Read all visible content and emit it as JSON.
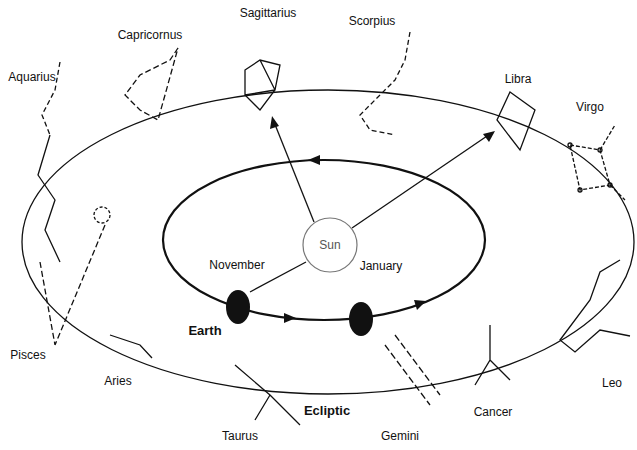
{
  "diagram": {
    "nodes": [
      {
        "text": [
          "Sun"
        ]
      }
    ],
    "labels": [
      "Sagittarius",
      "Scorpius",
      "Capricornus",
      "Libra",
      "Aquarius",
      "Virgo",
      "November",
      "January",
      "Earth",
      "Pisces",
      "Aries",
      "Leo",
      "Cancer",
      "Ecliptic",
      "Taurus",
      "Gemini"
    ]
  }
}
